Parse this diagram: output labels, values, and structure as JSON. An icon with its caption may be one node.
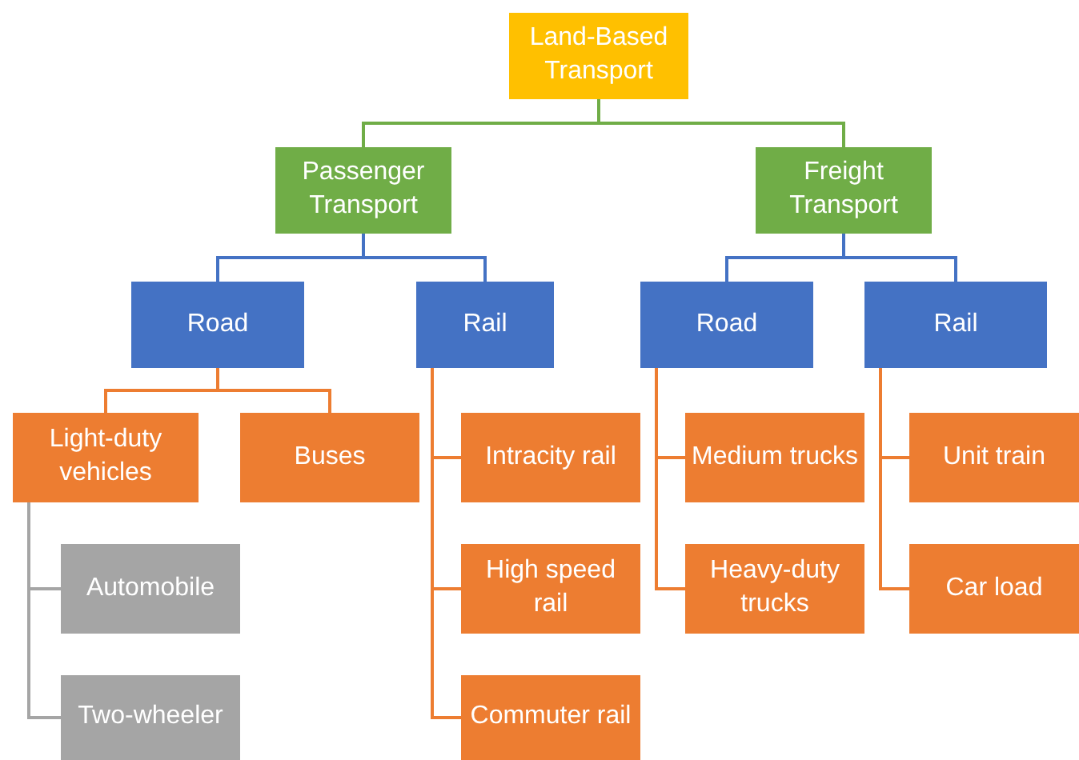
{
  "diagram": {
    "nodes": [
      {
        "text": [
          "Land-Based Transport"
        ]
      },
      {
        "text": [
          "Passenger Transport"
        ]
      },
      {
        "text": [
          "Freight Transport"
        ]
      },
      {
        "text": [
          "Road"
        ]
      },
      {
        "text": [
          "Rail"
        ]
      },
      {
        "text": [
          "Road"
        ]
      },
      {
        "text": [
          "Rail"
        ]
      },
      {
        "text": [
          "Light-duty vehicles"
        ]
      },
      {
        "text": [
          "Buses"
        ]
      },
      {
        "text": [
          "Intracity rail"
        ]
      },
      {
        "text": [
          "High speed rail"
        ]
      },
      {
        "text": [
          "Commuter rail"
        ]
      },
      {
        "text": [
          "Medium trucks"
        ]
      },
      {
        "text": [
          "Heavy-duty trucks"
        ]
      },
      {
        "text": [
          "Unit train"
        ]
      },
      {
        "text": [
          "Car load"
        ]
      },
      {
        "text": [
          "Automobile"
        ]
      },
      {
        "text": [
          "Two-wheeler"
        ]
      }
    ],
    "edges": [
      {
        "from": 0,
        "to": 1,
        "arrow": "none",
        "color": "#70ad47"
      },
      {
        "from": 0,
        "to": 2,
        "arrow": "none",
        "color": "#70ad47"
      },
      {
        "from": 1,
        "to": 3,
        "arrow": "none",
        "color": "#4472c4"
      },
      {
        "from": 1,
        "to": 4,
        "arrow": "none",
        "color": "#4472c4"
      },
      {
        "from": 2,
        "to": 5,
        "arrow": "none",
        "color": "#4472c4"
      },
      {
        "from": 2,
        "to": 6,
        "arrow": "none",
        "color": "#4472c4"
      },
      {
        "from": 3,
        "to": 7,
        "arrow": "none"
      },
      {
        "from": 3,
        "to": 8,
        "arrow": "none"
      },
      {
        "from": 4,
        "to": 9,
        "arrow": "none"
      },
      {
        "from": 4,
        "to": 10,
        "arrow": "none"
      },
      {
        "from": 4,
        "to": 11,
        "arrow": "none"
      },
      {
        "from": 5,
        "to": 12,
        "arrow": "none"
      },
      {
        "from": 5,
        "to": 13,
        "arrow": "none"
      },
      {
        "from": 6,
        "to": 14,
        "arrow": "none"
      },
      {
        "from": 6,
        "to": 15,
        "arrow": "none"
      },
      {
        "from": 7,
        "to": 16,
        "arrow": "none",
        "color": "#a5a5a5"
      },
      {
        "from": 7,
        "to": 17,
        "arrow": "none",
        "color": "#a5a5a5"
      }
    ]
  }
}
